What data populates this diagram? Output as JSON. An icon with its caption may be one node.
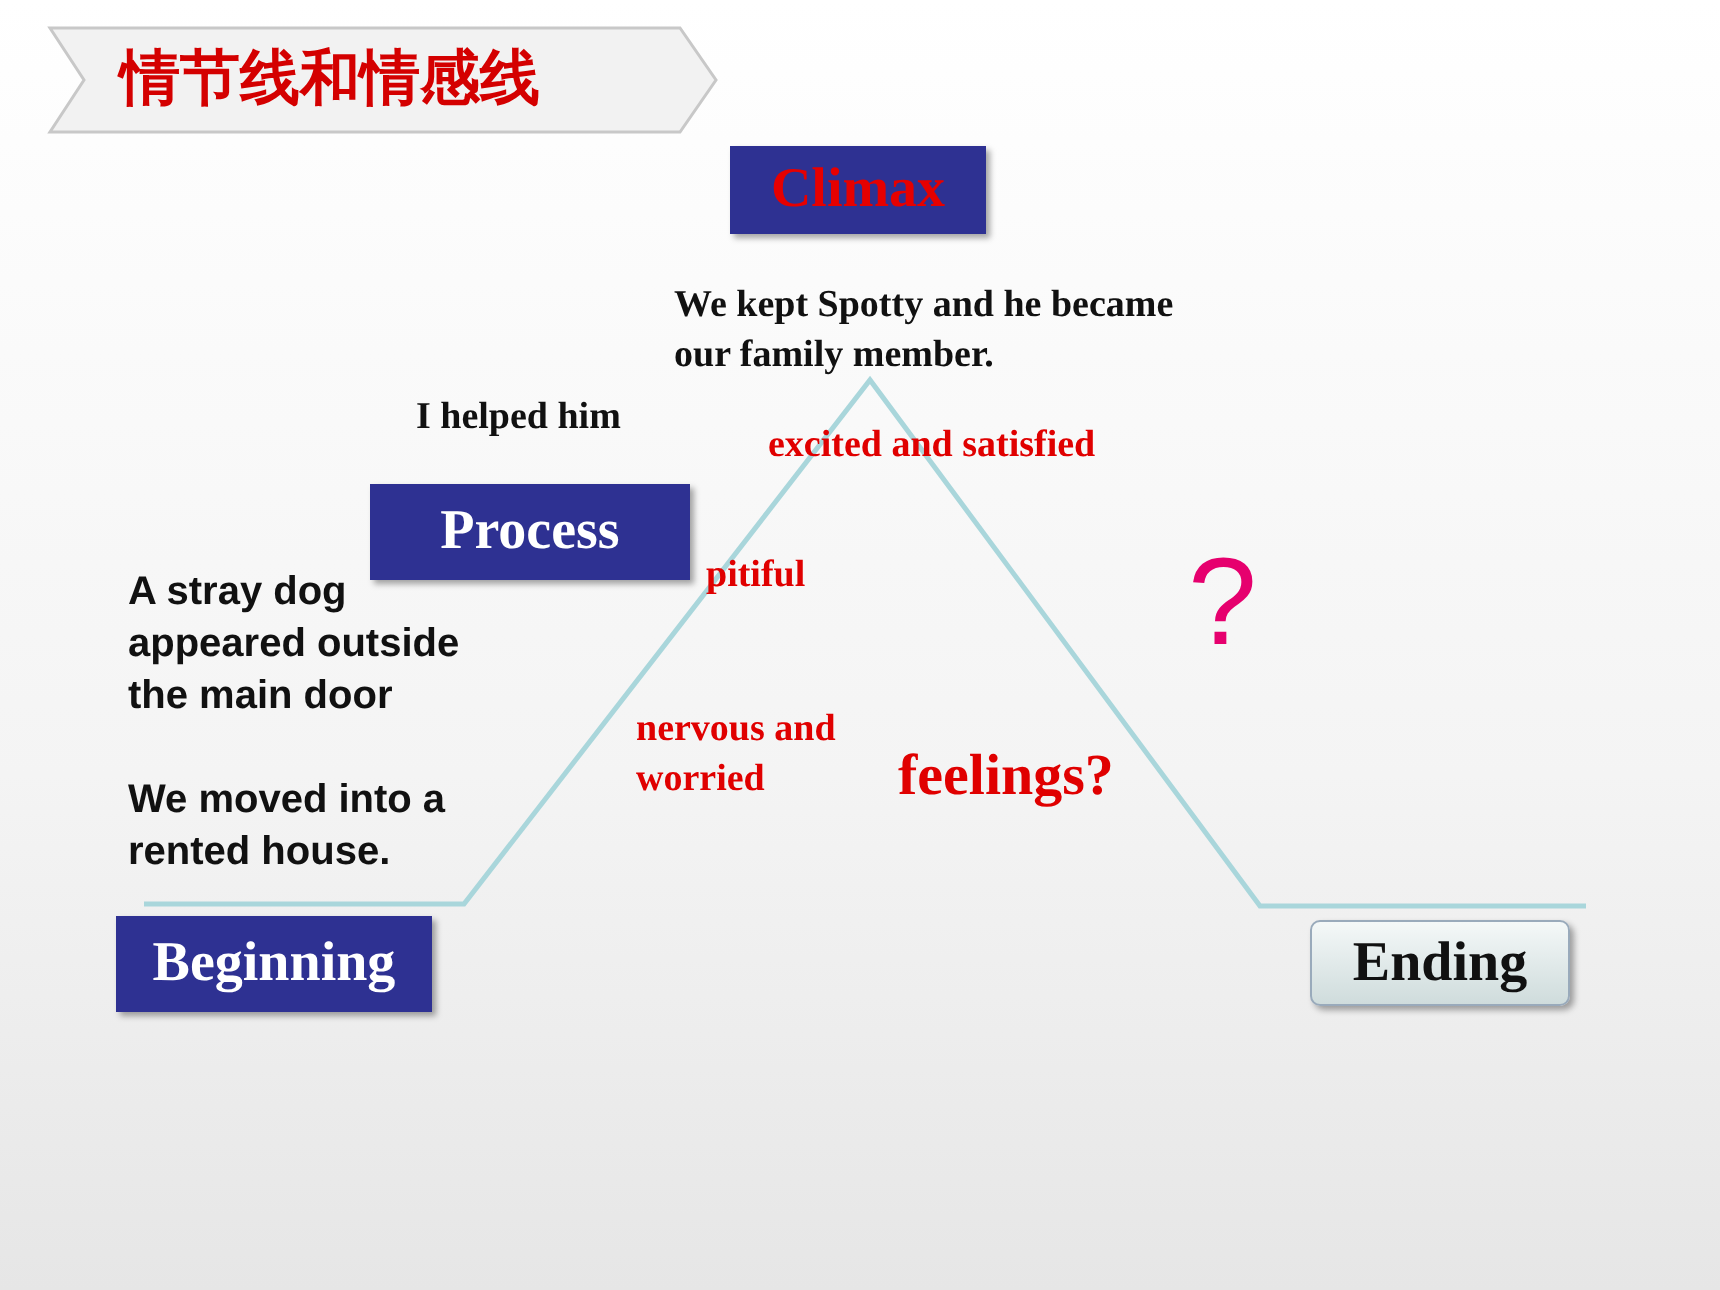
{
  "diagram": {
    "title": "情节线和情感线",
    "nodes": [
      {
        "text": [
          "Climax"
        ]
      },
      {
        "text": [
          "Process"
        ]
      },
      {
        "text": [
          "Beginning"
        ]
      },
      {
        "text": [
          "Ending"
        ]
      }
    ],
    "labels": [
      "We kept Spotty and he became our family member.",
      "I helped him",
      "excited and satisfied",
      "pitiful",
      "?",
      "A stray dog appeared outside the main door",
      "nervous and worried",
      "feelings?",
      "We moved into a rented house."
    ]
  }
}
